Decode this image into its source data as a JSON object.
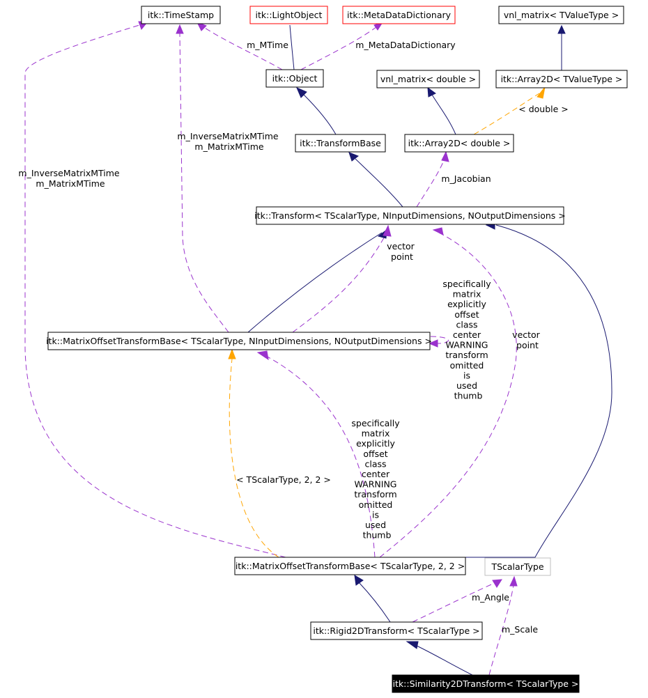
{
  "nodes": {
    "timestamp": "itk::TimeStamp",
    "lightobject": "itk::LightObject",
    "metadatadictionary": "itk::MetaDataDictionary",
    "vnl_matrix_t": "vnl_matrix< TValueType >",
    "object": "itk::Object",
    "vnl_matrix_double": "vnl_matrix< double >",
    "array2d_t": "itk::Array2D< TValueType >",
    "transformbase": "itk::TransformBase",
    "array2d_double": "itk::Array2D< double >",
    "transform": "itk::Transform< TScalarType, NInputDimensions, NOutputDimensions >",
    "motb": "itk::MatrixOffsetTransformBase< TScalarType, NInputDimensions, NOutputDimensions >",
    "motb22": "itk::MatrixOffsetTransformBase< TScalarType, 2, 2 >",
    "tscalartype": "TScalarType",
    "rigid2d": "itk::Rigid2DTransform< TScalarType >",
    "similarity2d": "itk::Similarity2DTransform< TScalarType >"
  },
  "labels": {
    "m_mtime": "m_MTime",
    "m_metadatadictionary": "m_MetaDataDictionary",
    "double_tpl": "< double >",
    "inv_mtime_mid": [
      "m_InverseMatrixMTime",
      "m_MatrixMTime"
    ],
    "inv_mtime_left": [
      "m_InverseMatrixMTime",
      "m_MatrixMTime"
    ],
    "m_jacobian": "m_Jacobian",
    "vector_point_upper": [
      "vector",
      "point"
    ],
    "self_members": [
      "specifically",
      "matrix",
      "explicitly",
      "offset",
      "class",
      "center",
      "WARNING",
      "transform",
      "omitted",
      "is",
      "used",
      "thumb"
    ],
    "vector_point_right": [
      "vector",
      "point"
    ],
    "motb22_members": [
      "specifically",
      "matrix",
      "explicitly",
      "offset",
      "class",
      "center",
      "WARNING",
      "transform",
      "omitted",
      "is",
      "used",
      "thumb"
    ],
    "tscalar_2_2": "< TScalarType, 2, 2 >",
    "m_angle": "m_Angle",
    "m_scale": "m_Scale"
  },
  "colors": {
    "inheritance": "#191970",
    "usage": "#9a32cd",
    "template": "#ffa500",
    "focus_fill": "#000000",
    "undocumented_border": "#ff0000",
    "external_border": "#bfbfbf"
  }
}
